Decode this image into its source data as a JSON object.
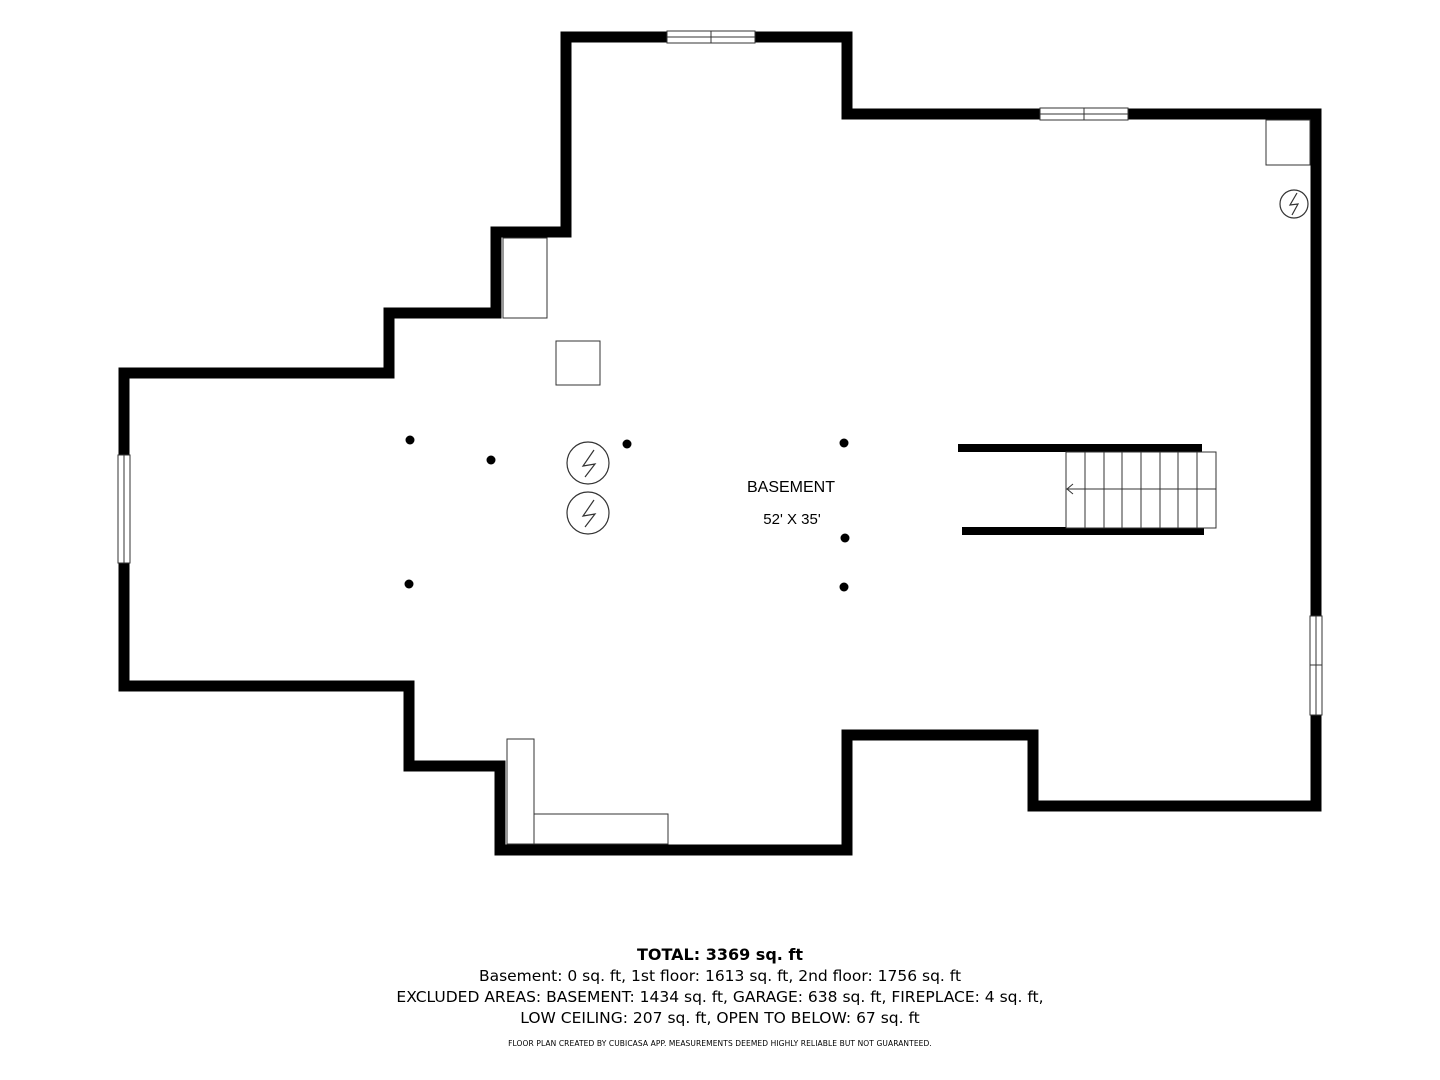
{
  "room": {
    "name": "BASEMENT",
    "dimensions": "52' X 35'"
  },
  "summary": {
    "total": "TOTAL: 3369 sq. ft",
    "floors": "Basement: 0 sq. ft, 1st floor: 1613 sq. ft, 2nd floor: 1756 sq. ft",
    "excluded_1": "EXCLUDED AREAS: BASEMENT: 1434 sq. ft, GARAGE: 638 sq. ft, FIREPLACE: 4 sq. ft,",
    "excluded_2": "LOW CEILING: 207 sq. ft, OPEN TO BELOW: 67 sq. ft",
    "disclaimer": "FLOOR PLAN CREATED BY CUBICASA APP. MEASUREMENTS DEEMED HIGHLY RELIABLE BUT NOT GUARANTEED."
  },
  "colors": {
    "wall": "#000000",
    "background": "#ffffff",
    "fixture_stroke": "#333333"
  },
  "icons": [
    "water-heater-icon",
    "stair-arrow-icon",
    "support-post-icon",
    "window-icon"
  ]
}
